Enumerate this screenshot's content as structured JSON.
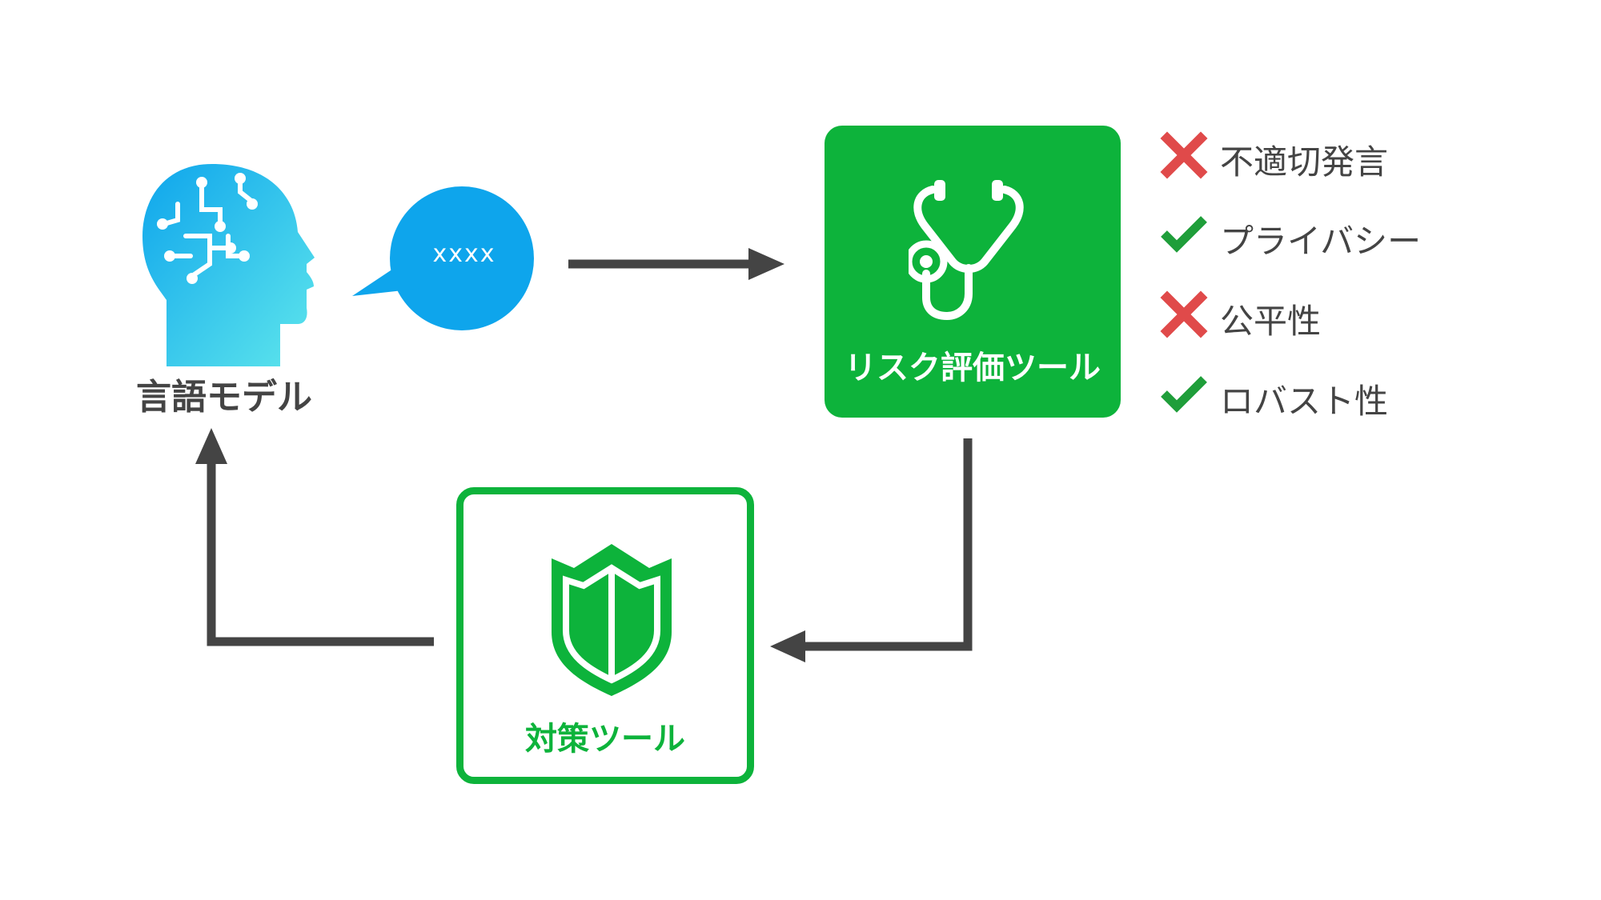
{
  "language_model": {
    "label": "言語モデル",
    "icon": "ai-head-icon"
  },
  "speech_bubble": {
    "text": "xxxx"
  },
  "risk_tool": {
    "label": "リスク評価ツール",
    "icon": "stethoscope-icon"
  },
  "countermeasure_tool": {
    "label": "対策ツール",
    "icon": "shield-icon"
  },
  "criteria": [
    {
      "label": "不適切発言",
      "status": "fail",
      "icon": "cross-icon"
    },
    {
      "label": "プライバシー",
      "status": "pass",
      "icon": "check-icon"
    },
    {
      "label": "公平性",
      "status": "fail",
      "icon": "cross-icon"
    },
    {
      "label": "ロバスト性",
      "status": "pass",
      "icon": "check-icon"
    }
  ],
  "colors": {
    "green": "#0db33b",
    "red": "#e04a4a",
    "check_green": "#1f9e3a",
    "arrow": "#444444",
    "blue": "#0ea5ec"
  }
}
